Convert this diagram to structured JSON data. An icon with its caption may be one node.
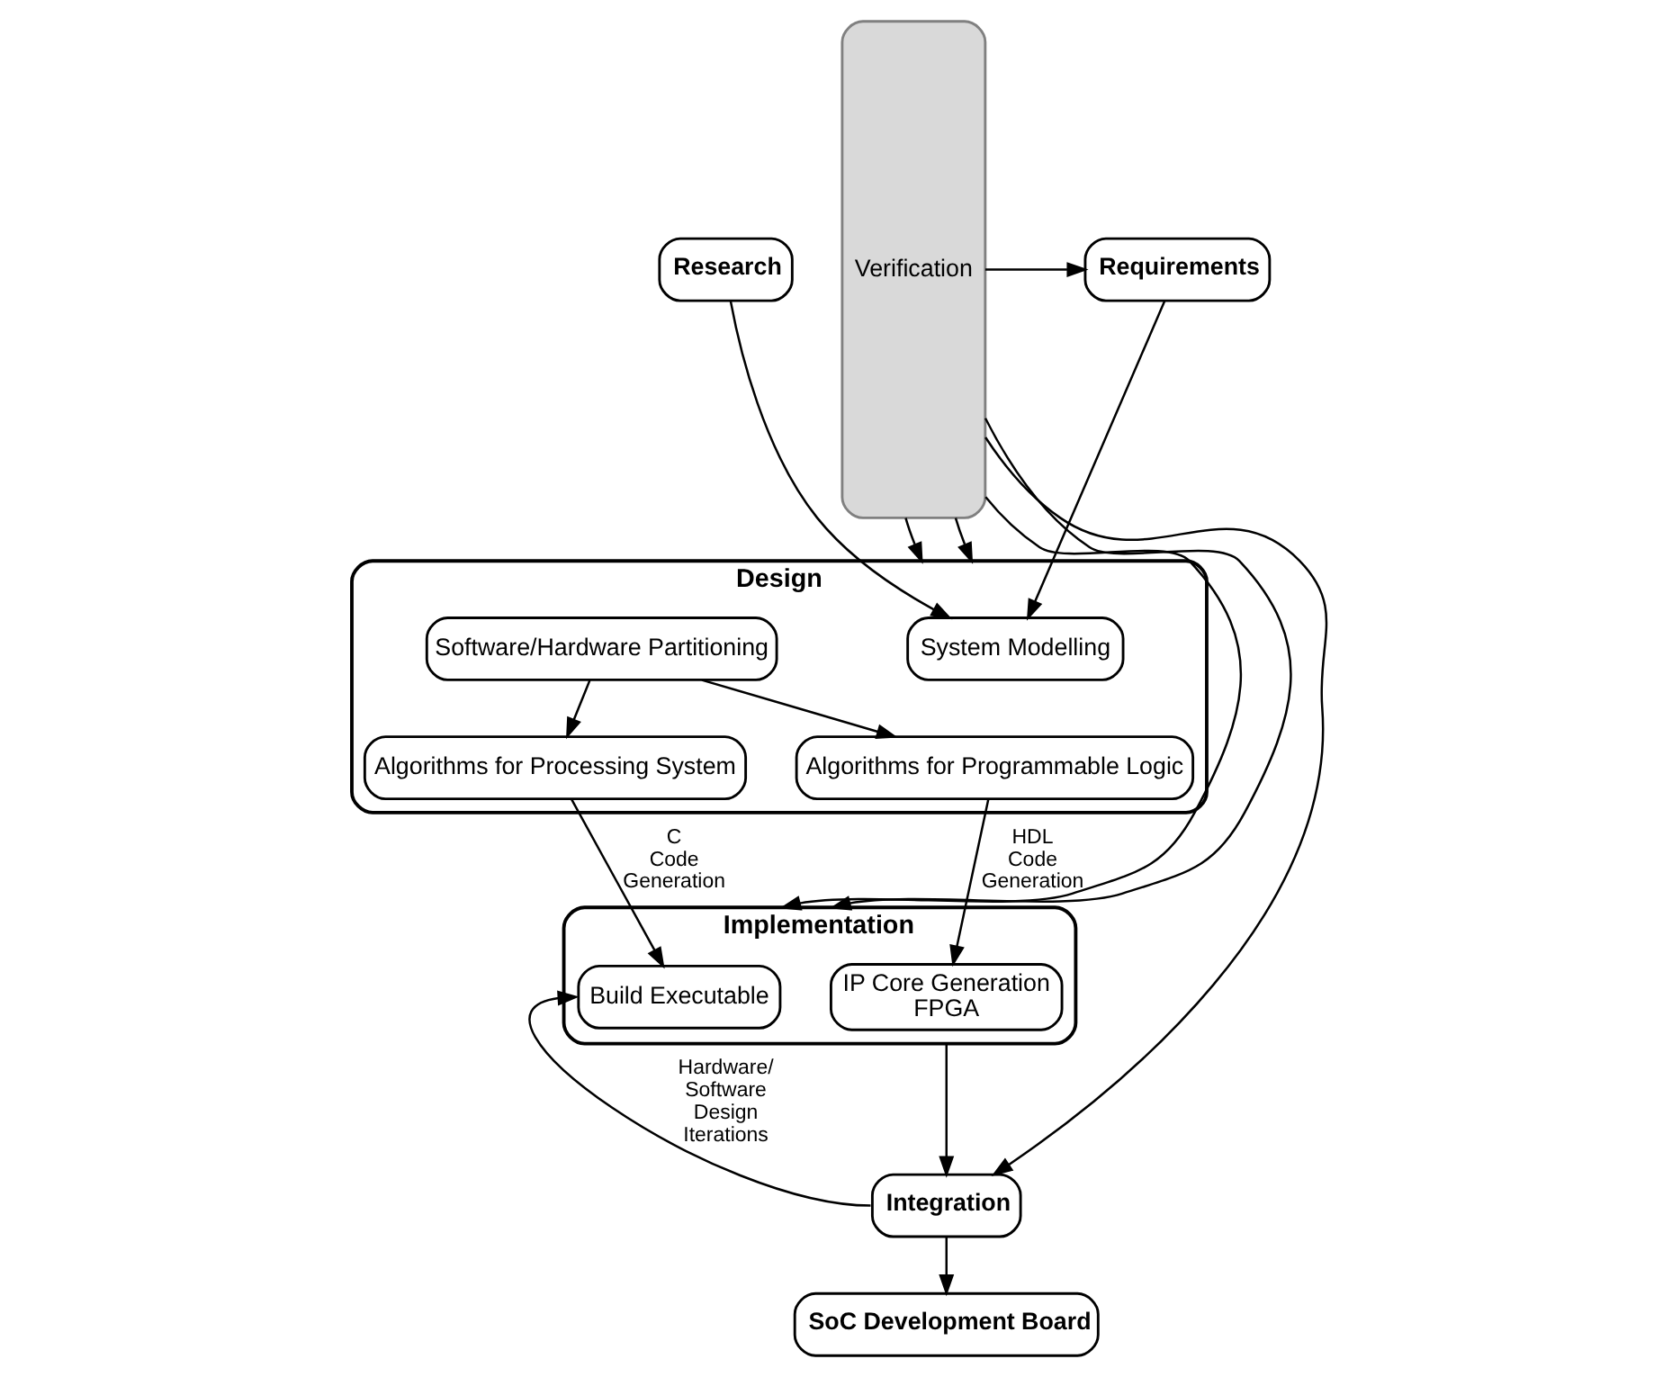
{
  "diagram": {
    "nodes": [
      {
        "text": [
          "Research"
        ]
      },
      {
        "text": [
          "Requirements"
        ]
      },
      {
        "text": [
          "Design"
        ]
      },
      {
        "text": [
          "System Modelling"
        ],
        "in": 2
      },
      {
        "text": [
          "Software/Hardware Partitioning"
        ],
        "in": 2
      },
      {
        "text": [
          "Algorithms for Processing System"
        ],
        "in": 2
      },
      {
        "text": [
          "Algorithms for Programmable Logic"
        ],
        "in": 2
      },
      {
        "text": [
          "Implementation"
        ]
      },
      {
        "text": [
          "Build Executable"
        ],
        "in": 7
      },
      {
        "text": [
          "IP Core Generation",
          "FPGA"
        ],
        "in": 7
      },
      {
        "text": [
          "Integration"
        ]
      },
      {
        "text": [
          "SoC Development Board"
        ]
      },
      {
        "text": [
          "Verification"
        ]
      }
    ],
    "edges": [
      {
        "from": 0,
        "to": 3,
        "arrow": "to"
      },
      {
        "from": 1,
        "to": 3,
        "arrow": "to"
      },
      {
        "from": 4,
        "to": 5,
        "arrow": "to"
      },
      {
        "from": 4,
        "to": 6,
        "arrow": "to"
      },
      {
        "from": 5,
        "to": 8,
        "arrow": "to",
        "label": "C Code Generation"
      },
      {
        "from": 6,
        "to": 9,
        "arrow": "to",
        "label": "HDL Code Generation"
      },
      {
        "from": 7,
        "to": 10,
        "arrow": "to"
      },
      {
        "from": 10,
        "to": 11,
        "arrow": "to"
      },
      {
        "from": 10,
        "to": 8,
        "arrow": "to",
        "label": "Hardware/ Software Design Iterations"
      },
      {
        "from": 12,
        "to": 1,
        "arrow": "to"
      },
      {
        "from": 12,
        "to": 2,
        "arrow": "to"
      },
      {
        "from": 12,
        "to": 2,
        "arrow": "to"
      },
      {
        "from": 12,
        "to": 7,
        "arrow": "to"
      },
      {
        "from": 12,
        "to": 7,
        "arrow": "to"
      },
      {
        "from": 12,
        "to": 10,
        "arrow": "to"
      }
    ]
  }
}
